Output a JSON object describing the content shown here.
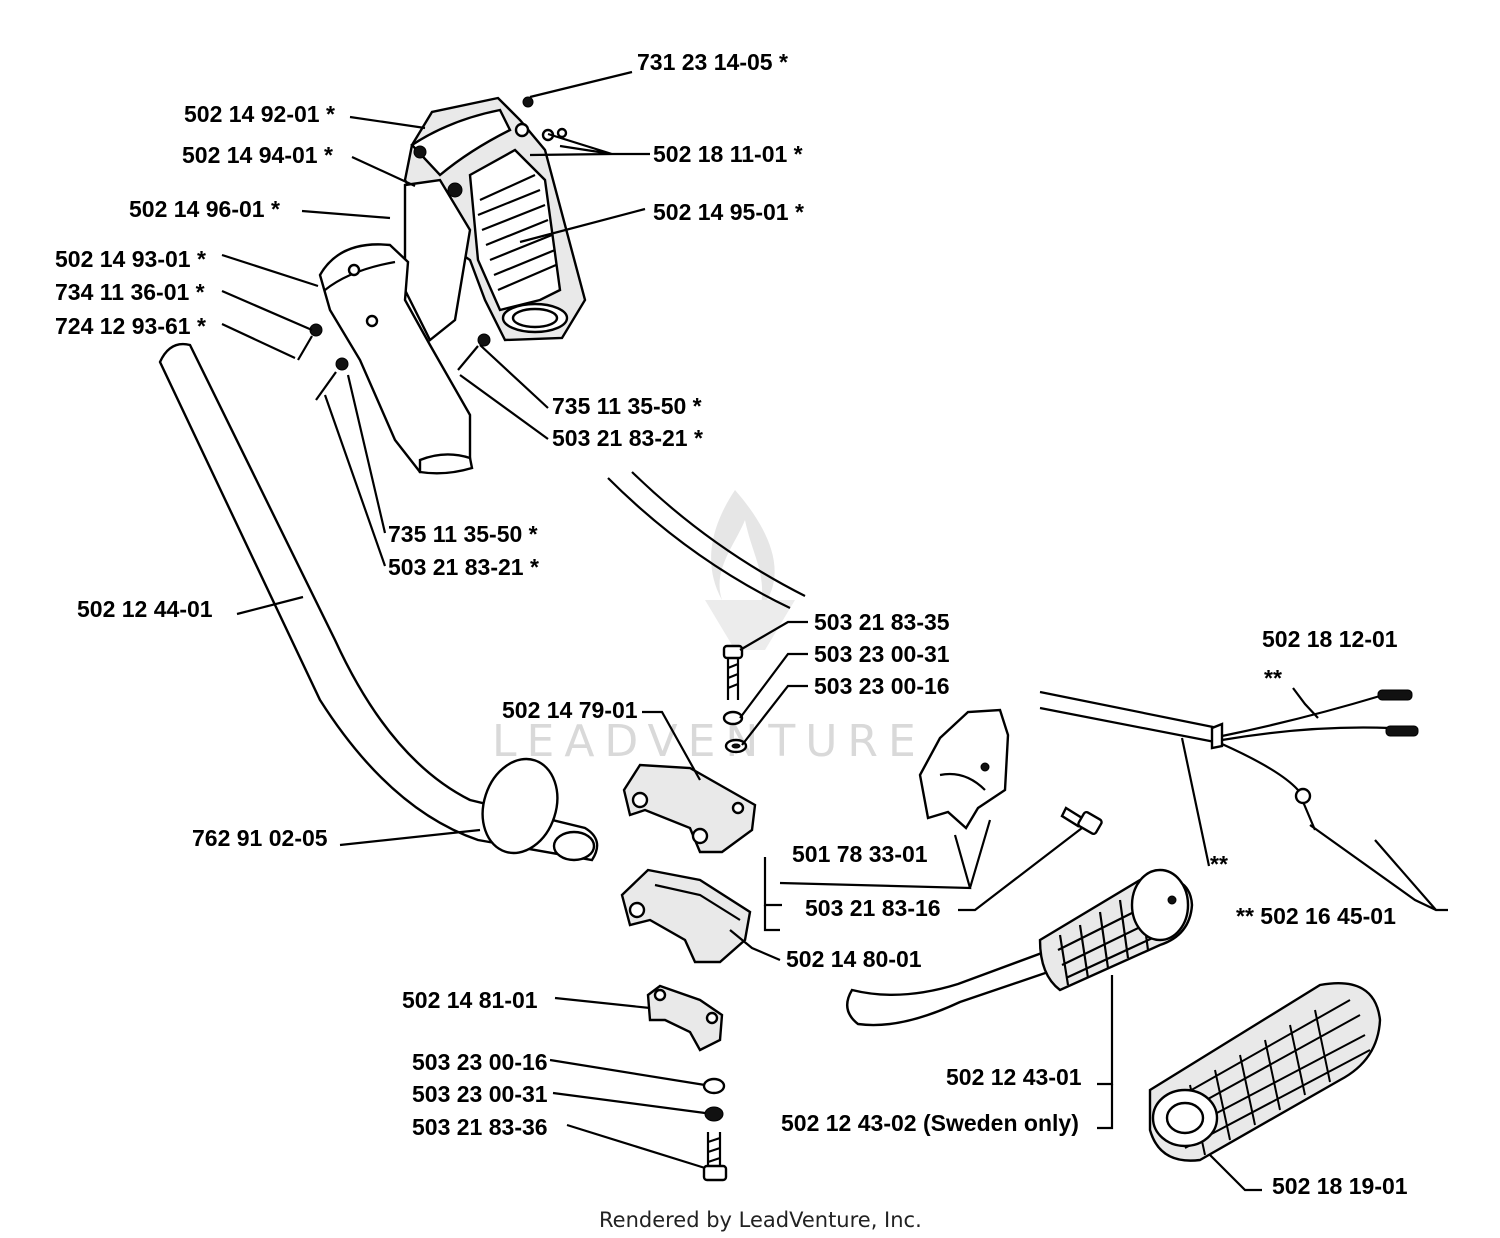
{
  "diagram": {
    "watermark": "LEADVENTURE",
    "footer": "Rendered by LeadVenture, Inc.",
    "labels": {
      "p731231405": "731 23 14-05  *",
      "p502149201": "502 14 92-01  *",
      "p502149401": "502 14 94-01  *",
      "p502181101": "502 18 11-01  *",
      "p502149601": "502 14 96-01  *",
      "p502149501": "502 14 95-01  *",
      "p502149301": "502 14 93-01  *",
      "p734113601": "734 11 36-01  *",
      "p724129361": "724 12 93-61  *",
      "p735113550a": "735 11 35-50  *",
      "p503218321a": "503 21 83-21  *",
      "p735113550b": "735 11 35-50  *",
      "p503218321b": "503 21 83-21  *",
      "p502124401": "502 12 44-01",
      "p503218335": "503 21 83-35",
      "p503230031a": "503 23 00-31",
      "p503230016a": "503 23 00-16",
      "p502181201": "502 18 12-01",
      "p502147901": "502 14 79-01",
      "dstar1": "**",
      "p762910205": "762 91 02-05",
      "p501783301": "501 78 33-01",
      "p503218316": "503 21 83-16",
      "dstar2": "**",
      "p502164501": "**  502 16 45-01",
      "p502148001": "502 14 80-01",
      "p502148101": "502 14 81-01",
      "p503230016b": "503 23 00-16",
      "p503230031b": "503 23 00-31",
      "p503218336": "503 21 83-36",
      "p502124301": "502 12 43-01",
      "p502124302": "502 12 43-02 (Sweden only)",
      "p502181901": "502 18 19-01"
    }
  }
}
